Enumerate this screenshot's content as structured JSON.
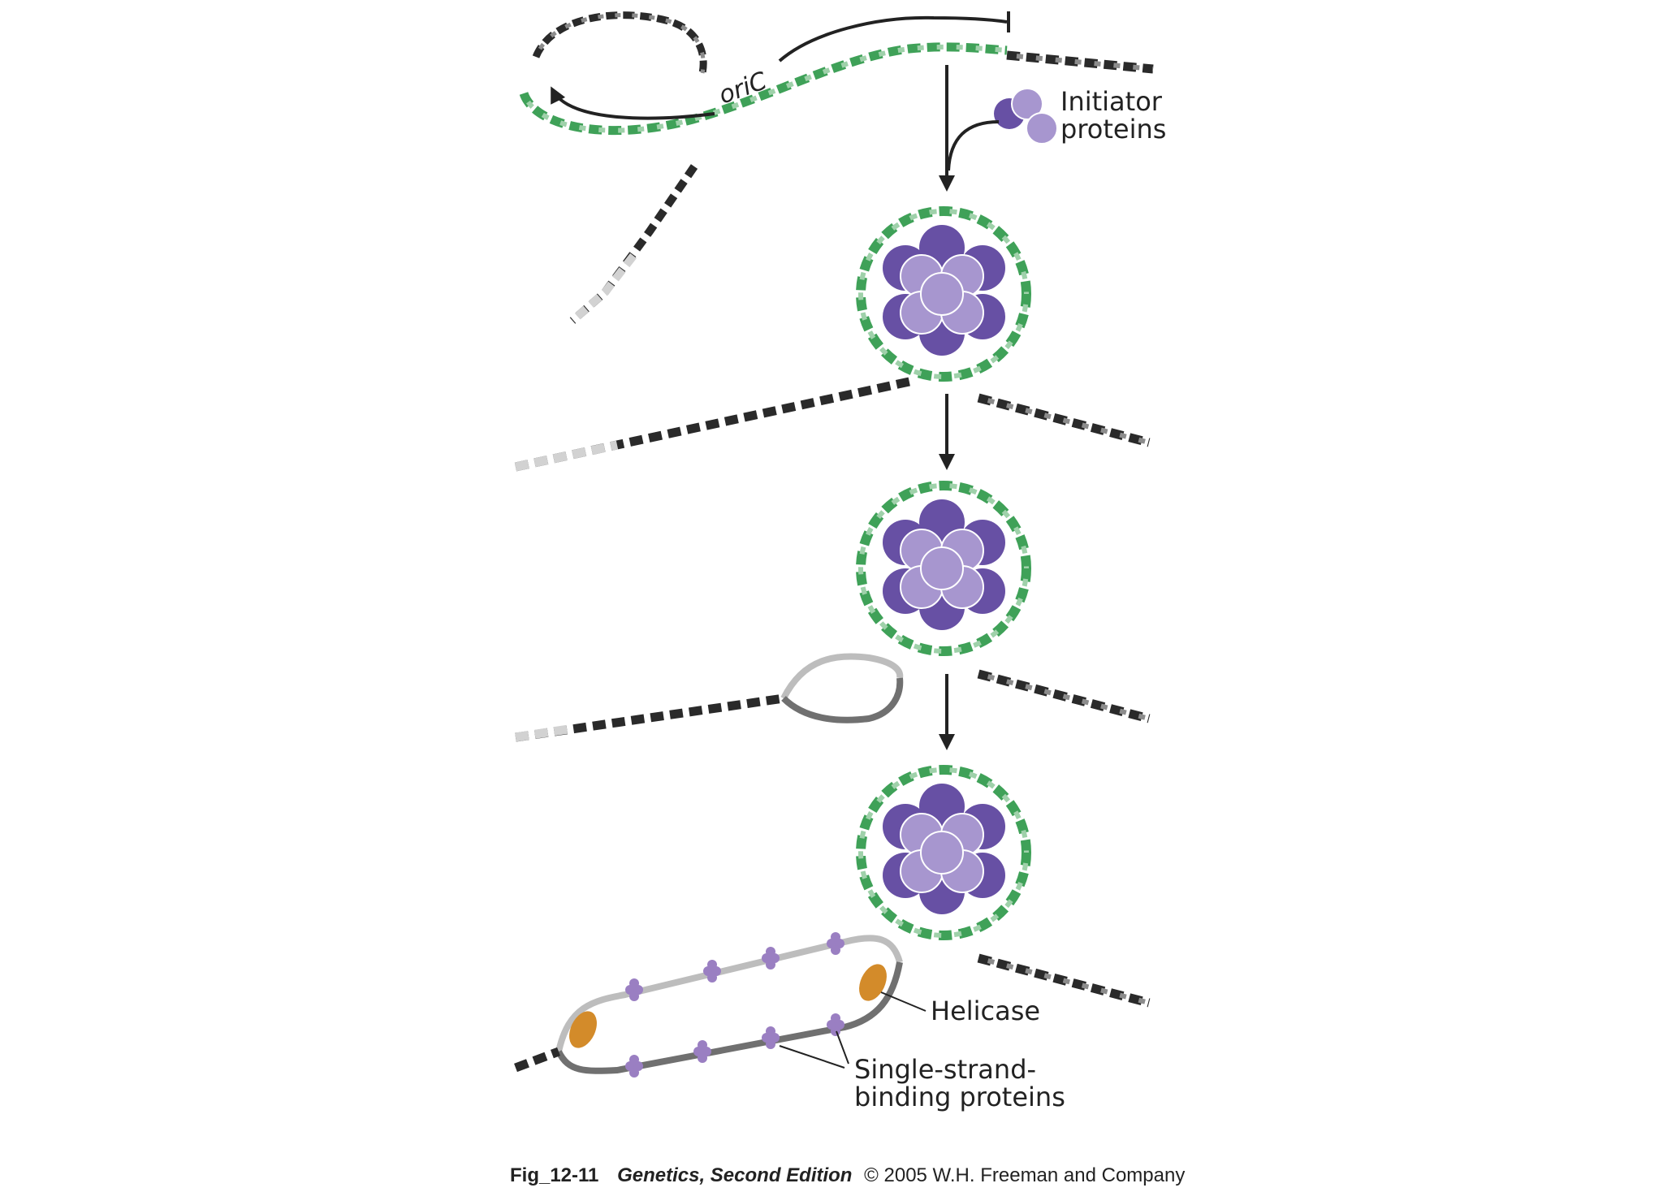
{
  "labels": {
    "oric": "oriC",
    "initiator_line1": "Initiator",
    "initiator_line2": "proteins",
    "helicase": "Helicase",
    "ssb_line1": "Single-strand-",
    "ssb_line2": "binding proteins"
  },
  "caption": {
    "fig_id": "Fig_12-11",
    "book": "Genetics, Second Edition",
    "copyright": "© 2005 W.H. Freeman and Company"
  },
  "colors": {
    "dna_dark": "#2a2a2a",
    "dna_gray": "#8c8c8c",
    "dna_light": "#d2d2d2",
    "origin_green": "#3fa158",
    "origin_green_light": "#9fd1aa",
    "initiator_dark": "#6750a4",
    "initiator_light": "#a796cf",
    "helicase": "#d38b2a",
    "ssb": "#9a7fc2",
    "arrow": "#222222"
  }
}
